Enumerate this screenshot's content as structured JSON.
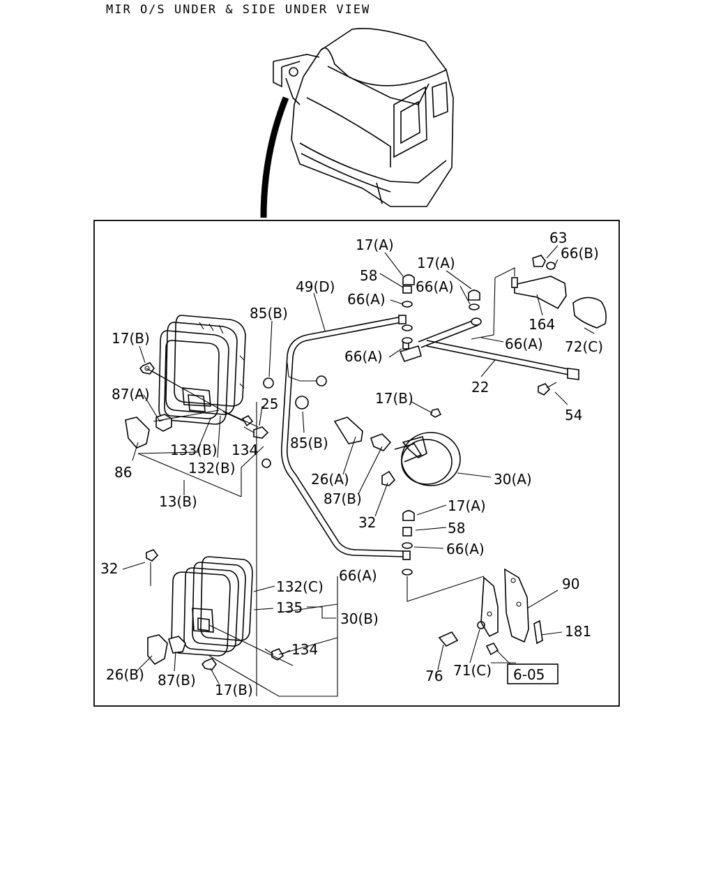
{
  "title": "MIR O/S UNDER & SIDE UNDER VIEW",
  "reference_box": "6-05",
  "labels": [
    {
      "id": "l-17a-1",
      "text": "17(A)"
    },
    {
      "id": "l-58-1",
      "text": "58"
    },
    {
      "id": "l-66a-1",
      "text": "66(A)"
    },
    {
      "id": "l-49d",
      "text": "49(D)"
    },
    {
      "id": "l-17a-2",
      "text": "17(A)"
    },
    {
      "id": "l-66a-2",
      "text": "66(A)"
    },
    {
      "id": "l-63",
      "text": "63"
    },
    {
      "id": "l-66b",
      "text": "66(B)"
    },
    {
      "id": "l-164",
      "text": "164"
    },
    {
      "id": "l-66a-3",
      "text": "66(A)"
    },
    {
      "id": "l-72c",
      "text": "72(C)"
    },
    {
      "id": "l-66a-4",
      "text": "66(A)"
    },
    {
      "id": "l-22",
      "text": "22"
    },
    {
      "id": "l-54",
      "text": "54"
    },
    {
      "id": "l-85b-1",
      "text": "85(B)"
    },
    {
      "id": "l-17b-1",
      "text": "17(B)"
    },
    {
      "id": "l-87a",
      "text": "87(A)"
    },
    {
      "id": "l-25",
      "text": "25"
    },
    {
      "id": "l-133b",
      "text": "133(B)"
    },
    {
      "id": "l-134-1",
      "text": "134"
    },
    {
      "id": "l-132b",
      "text": "132(B)"
    },
    {
      "id": "l-86",
      "text": "86"
    },
    {
      "id": "l-13b",
      "text": "13(B)"
    },
    {
      "id": "l-85b-2",
      "text": "85(B)"
    },
    {
      "id": "l-17b-2",
      "text": "17(B)"
    },
    {
      "id": "l-26a",
      "text": "26(A)"
    },
    {
      "id": "l-87b-1",
      "text": "87(B)"
    },
    {
      "id": "l-30a",
      "text": "30(A)"
    },
    {
      "id": "l-32-1",
      "text": "32"
    },
    {
      "id": "l-17a-3",
      "text": "17(A)"
    },
    {
      "id": "l-58-2",
      "text": "58"
    },
    {
      "id": "l-66a-5",
      "text": "66(A)"
    },
    {
      "id": "l-66a-6",
      "text": "66(A)"
    },
    {
      "id": "l-32-2",
      "text": "32"
    },
    {
      "id": "l-132c",
      "text": "132(C)"
    },
    {
      "id": "l-135",
      "text": "135"
    },
    {
      "id": "l-30b",
      "text": "30(B)"
    },
    {
      "id": "l-134-2",
      "text": "134"
    },
    {
      "id": "l-26b",
      "text": "26(B)"
    },
    {
      "id": "l-87b-2",
      "text": "87(B)"
    },
    {
      "id": "l-17b-3",
      "text": "17(B)"
    },
    {
      "id": "l-90",
      "text": "90"
    },
    {
      "id": "l-181",
      "text": "181"
    },
    {
      "id": "l-76",
      "text": "76"
    },
    {
      "id": "l-71c",
      "text": "71(C)"
    }
  ]
}
